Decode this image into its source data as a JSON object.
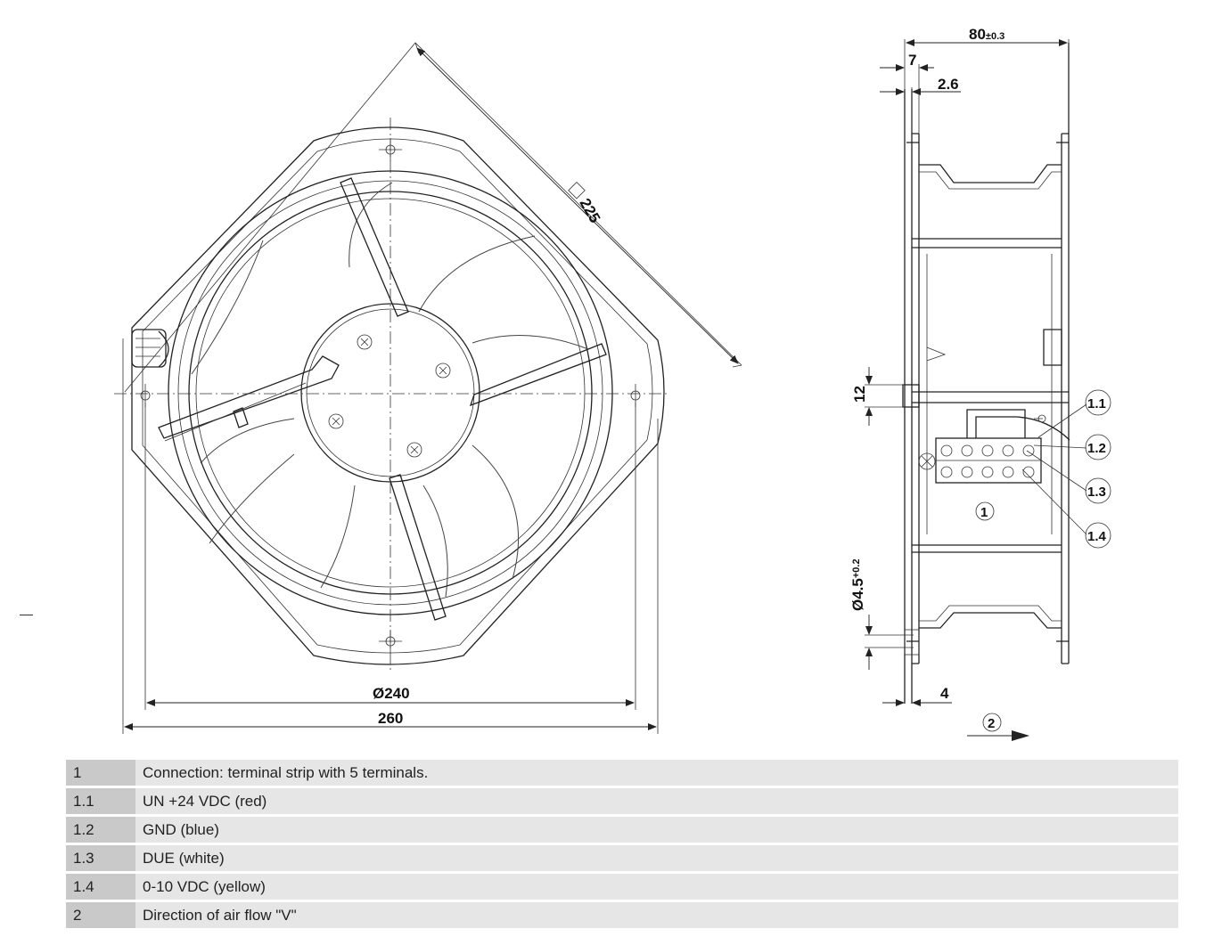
{
  "front_view": {
    "dim_square": "225",
    "dim_diameter": "Ø240",
    "dim_width": "260"
  },
  "side_view": {
    "dim_depth": "80",
    "dim_depth_tol": "±0.3",
    "dim_7": "7",
    "dim_2_6": "2.6",
    "dim_12": "12",
    "dim_hole": "Ø4.5",
    "dim_hole_tol": "+0.2",
    "dim_4": "4",
    "callouts": [
      "1.1",
      "1.2",
      "1.3",
      "1.4"
    ],
    "terminal_label": "1",
    "airflow_label": "2"
  },
  "legend": [
    {
      "key": "1",
      "text": "Connection: terminal strip with 5 terminals."
    },
    {
      "key": "1.1",
      "text": "UN +24 VDC (red)"
    },
    {
      "key": "1.2",
      "text": "GND (blue)"
    },
    {
      "key": "1.3",
      "text": "DUE (white)"
    },
    {
      "key": "1.4",
      "text": "0-10 VDC (yellow)"
    },
    {
      "key": "2",
      "text": "Direction of air flow \"V\""
    }
  ]
}
